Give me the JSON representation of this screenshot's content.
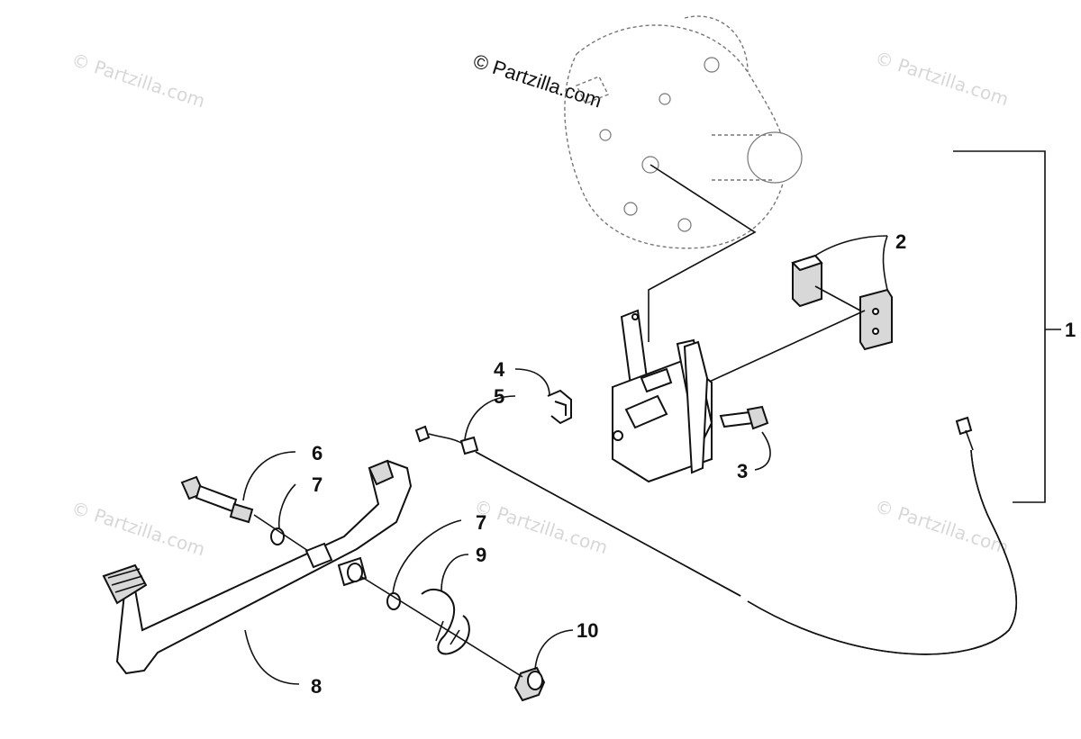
{
  "credit": "© Partzilla.com",
  "watermark": "© Partzilla.com",
  "callouts": [
    {
      "id": "1",
      "label": "1"
    },
    {
      "id": "2",
      "label": "2"
    },
    {
      "id": "3",
      "label": "3"
    },
    {
      "id": "4",
      "label": "4"
    },
    {
      "id": "5",
      "label": "5"
    },
    {
      "id": "6",
      "label": "6"
    },
    {
      "id": "7a",
      "label": "7"
    },
    {
      "id": "7b",
      "label": "7"
    },
    {
      "id": "8",
      "label": "8"
    },
    {
      "id": "9",
      "label": "9"
    },
    {
      "id": "10",
      "label": "10"
    }
  ]
}
